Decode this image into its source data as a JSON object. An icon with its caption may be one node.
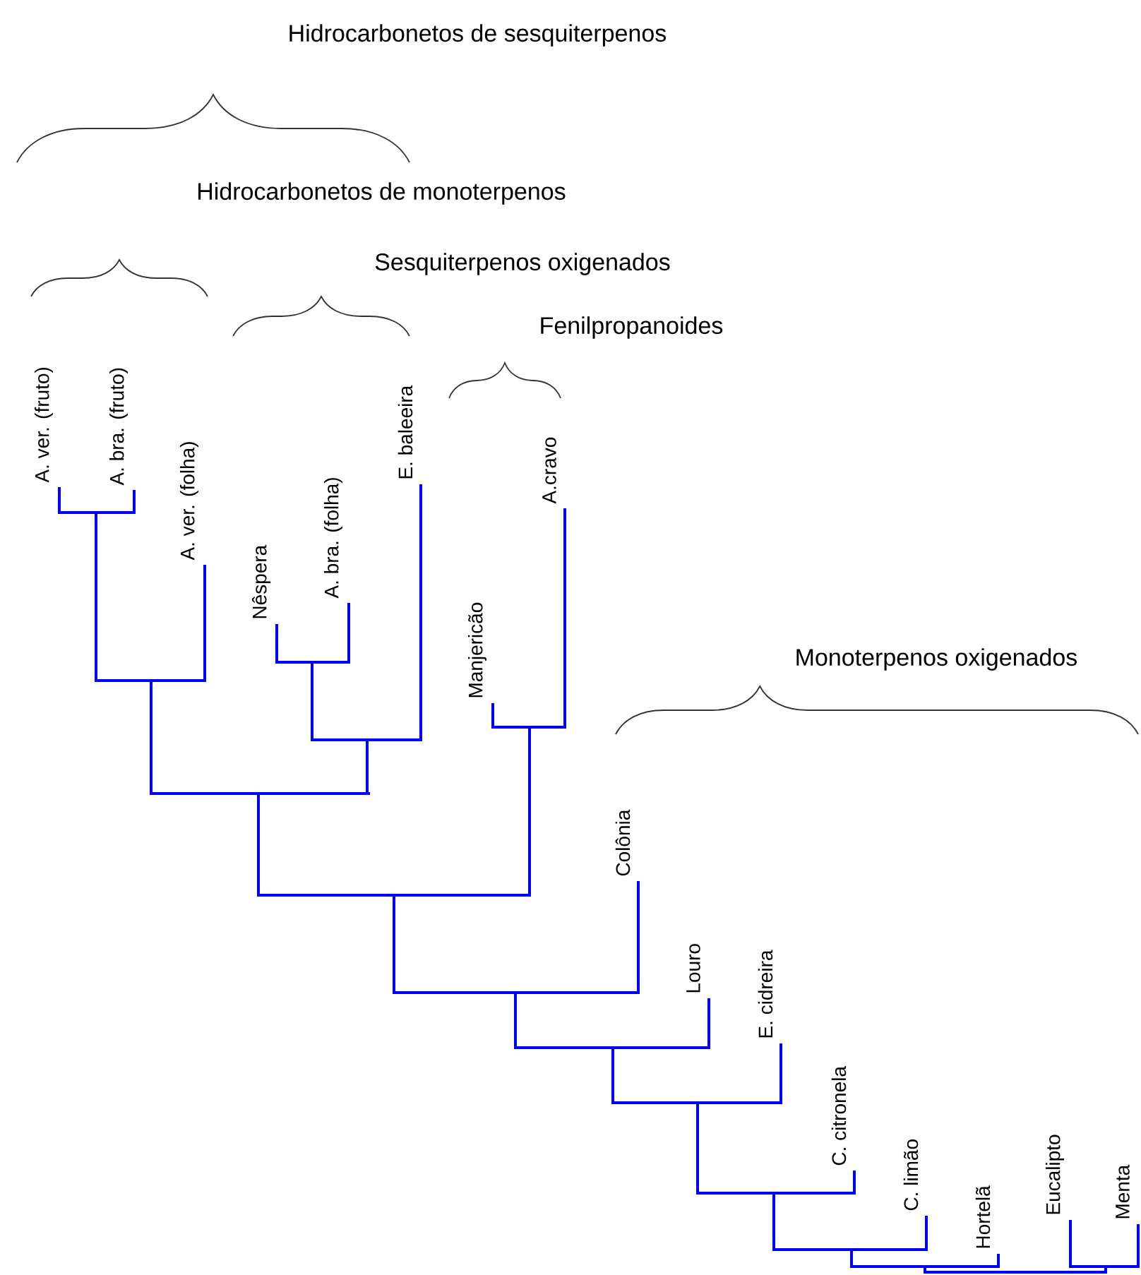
{
  "diagram": {
    "labels": [
      "Hidrocarbonetos de sesquiterpenos",
      "Hidrocarbonetos de monoterpenos",
      "Sesquiterpenos oxigenados",
      "Fenilpropanoides",
      "A. ver. (fruto)",
      "A. bra. (fruto)",
      "A. ver. (folha)",
      "Nêspera",
      "A. bra. (folha)",
      "E. baleeira",
      "Manjericão",
      "A.cravo",
      "Monoterpenos oxigenados",
      "Colônia",
      "Louro",
      "E. cidreira",
      "C. citronela",
      "C. limão",
      "Hortelã",
      "Eucalipto",
      "Menta"
    ]
  }
}
